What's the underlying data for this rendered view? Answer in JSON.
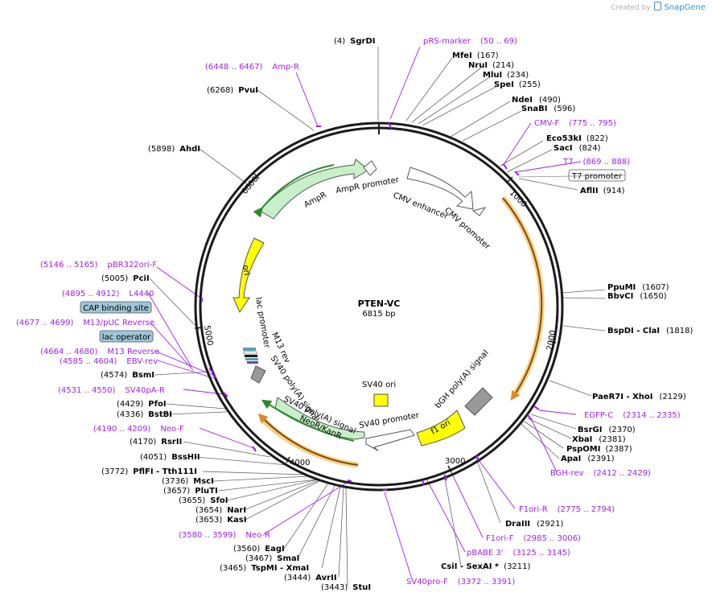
{
  "credit": {
    "prefix": "Created by",
    "brand": "SnapGene"
  },
  "plasmid": {
    "name": "PTEN-VC",
    "size": "6815 bp",
    "total_bp": 6815
  },
  "ticks": [
    "1000",
    "2000",
    "3000",
    "4000",
    "5000",
    "6000"
  ],
  "colors": {
    "enzyme_text": "#000000",
    "primer": "#a020f0",
    "ring": "#1a1a1a",
    "amp": "#c8f0c8",
    "ori": "#ffff00",
    "orange": "#e08a1e",
    "grey_feature": "#999999",
    "callout_box": "#9ec6d8"
  },
  "enzymes": [
    {
      "pos": "(4)",
      "name": "SgrDI"
    },
    {
      "name": "MfeI",
      "pos": "(167)"
    },
    {
      "name": "NruI",
      "pos": "(214)"
    },
    {
      "name": "MluI",
      "pos": "(234)"
    },
    {
      "name": "SpeI",
      "pos": "(255)"
    },
    {
      "name": "NdeI",
      "pos": "(490)"
    },
    {
      "name": "SnaBI",
      "pos": "(596)"
    },
    {
      "name": "Eco53kI",
      "pos": "(822)"
    },
    {
      "name": "SacI",
      "pos": "(824)"
    },
    {
      "name": "AflII",
      "pos": "(914)"
    },
    {
      "name": "PpuMI",
      "pos": "(1607)"
    },
    {
      "name": "BbvCI",
      "pos": "(1650)"
    },
    {
      "name": "BspDI - ClaI",
      "pos": "(1818)"
    },
    {
      "name": "PaeR7I - XhoI",
      "pos": "(2129)"
    },
    {
      "name": "BsrGI",
      "pos": "(2370)"
    },
    {
      "name": "XbaI",
      "pos": "(2381)"
    },
    {
      "name": "PspOMI",
      "pos": "(2387)"
    },
    {
      "name": "ApaI",
      "pos": "(2391)"
    },
    {
      "name": "DraIII",
      "pos": "(2921)"
    },
    {
      "name": "CsiI - SexAI *",
      "pos": "(3211)"
    },
    {
      "pos": "(3443)",
      "name": "StuI"
    },
    {
      "pos": "(3444)",
      "name": "AvrII"
    },
    {
      "pos": "(3465)",
      "name": "TspMI - XmaI"
    },
    {
      "pos": "(3467)",
      "name": "SmaI"
    },
    {
      "pos": "(3560)",
      "name": "EagI"
    },
    {
      "pos": "(3653)",
      "name": "KasI"
    },
    {
      "pos": "(3654)",
      "name": "NarI"
    },
    {
      "pos": "(3655)",
      "name": "SfoI"
    },
    {
      "pos": "(3657)",
      "name": "PluTI"
    },
    {
      "pos": "(3736)",
      "name": "MscI"
    },
    {
      "pos": "(3772)",
      "name": "PflFI - Tth111I"
    },
    {
      "pos": "(4051)",
      "name": "BssHII"
    },
    {
      "pos": "(4170)",
      "name": "RsrII"
    },
    {
      "pos": "(4336)",
      "name": "BstBI"
    },
    {
      "pos": "(4429)",
      "name": "PfoI"
    },
    {
      "pos": "(4574)",
      "name": "BsmI"
    },
    {
      "pos": "(5005)",
      "name": "PciI"
    },
    {
      "pos": "(5898)",
      "name": "AhdI"
    },
    {
      "pos": "(6268)",
      "name": "PvuI"
    }
  ],
  "primers": [
    {
      "name": "pRS-marker",
      "range": "(50 .. 69)"
    },
    {
      "name": "CMV-F",
      "range": "(775 .. 795)"
    },
    {
      "name": "T7",
      "range": "(869 .. 888)"
    },
    {
      "name": "EGFP-C",
      "range": "(2314 .. 2335)"
    },
    {
      "name": "BGH-rev",
      "range": "(2412 .. 2429)"
    },
    {
      "name": "F1ori-R",
      "range": "(2775 .. 2794)"
    },
    {
      "name": "F1ori-F",
      "range": "(2985 .. 3006)"
    },
    {
      "name": "pBABE 3'",
      "range": "(3125 .. 3145)"
    },
    {
      "name": "SV40pro-F",
      "range": "(3372 .. 3391)"
    },
    {
      "range": "(3580 .. 3599)",
      "name": "Neo-R"
    },
    {
      "range": "(4190 .. 4209)",
      "name": "Neo-F"
    },
    {
      "range": "(4531 .. 4550)",
      "name": "SV40pA-R"
    },
    {
      "range": "(4585 .. 4604)",
      "name": "EBV-rev"
    },
    {
      "range": "(4664 .. 4680)",
      "name": "M13 Reverse"
    },
    {
      "range": "(4677 .. 4699)",
      "name": "M13/pUC Reverse"
    },
    {
      "range": "(4895 .. 4912)",
      "name": "L4440"
    },
    {
      "range": "(5146 .. 5165)",
      "name": "pBR322ori-F"
    },
    {
      "range": "(6448 .. 6467)",
      "name": "Amp-R"
    }
  ],
  "boxed_features": [
    "T7 promoter",
    "CAP binding site",
    "lac operator"
  ],
  "features": {
    "ampr": "AmpR",
    "ampr_promoter": "AmpR promoter",
    "cmv_enhancer": "CMV enhancer",
    "cmv_promoter": "CMV promoter",
    "ori": "ori",
    "lac_promoter": "lac promoter",
    "m13_rev": "M13 rev",
    "sv40_polya": "SV40 poly(A) signal",
    "neor": "NeoR/KanR",
    "sv40_promoter": "SV40 promoter",
    "sv40_ori": "SV40 ori",
    "f1_ori": "f1 ori",
    "bgh_polya": "bGH poly(A) signal"
  }
}
